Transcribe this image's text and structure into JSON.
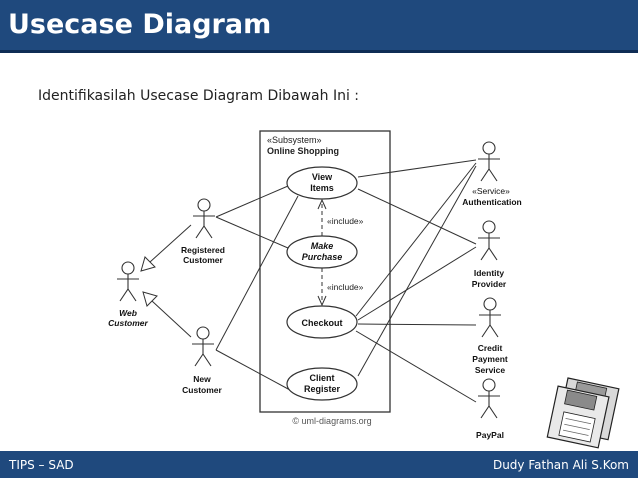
{
  "slide": {
    "title": "Usecase Diagram",
    "subtitle": "Identifikasilah Usecase Diagram Dibawah Ini :"
  },
  "diagram": {
    "subsystem_stereotype": "«Subsystem»",
    "subsystem_name": "Online Shopping",
    "usecases": {
      "view_items": [
        "View",
        "Items"
      ],
      "make_purchase": [
        "Make",
        "Purchase"
      ],
      "checkout": [
        "Checkout"
      ],
      "client_register": [
        "Client",
        "Register"
      ]
    },
    "include_label_1": "«include»",
    "include_label_2": "«include»",
    "actors": {
      "web_customer": [
        "Web",
        "Customer"
      ],
      "registered_customer": [
        "Registered",
        "Customer"
      ],
      "new_customer": [
        "New",
        "Customer"
      ],
      "authentication_stereotype": "«Service»",
      "authentication": [
        "Authentication"
      ],
      "identity_provider": [
        "Identity",
        "Provider"
      ],
      "credit_payment": [
        "Credit",
        "Payment",
        "Service"
      ],
      "paypal": [
        "PayPal"
      ]
    },
    "watermark": "© uml-diagrams.org"
  },
  "footer": {
    "left": "TIPS – SAD",
    "right": "Dudy Fathan Ali S.Kom"
  }
}
